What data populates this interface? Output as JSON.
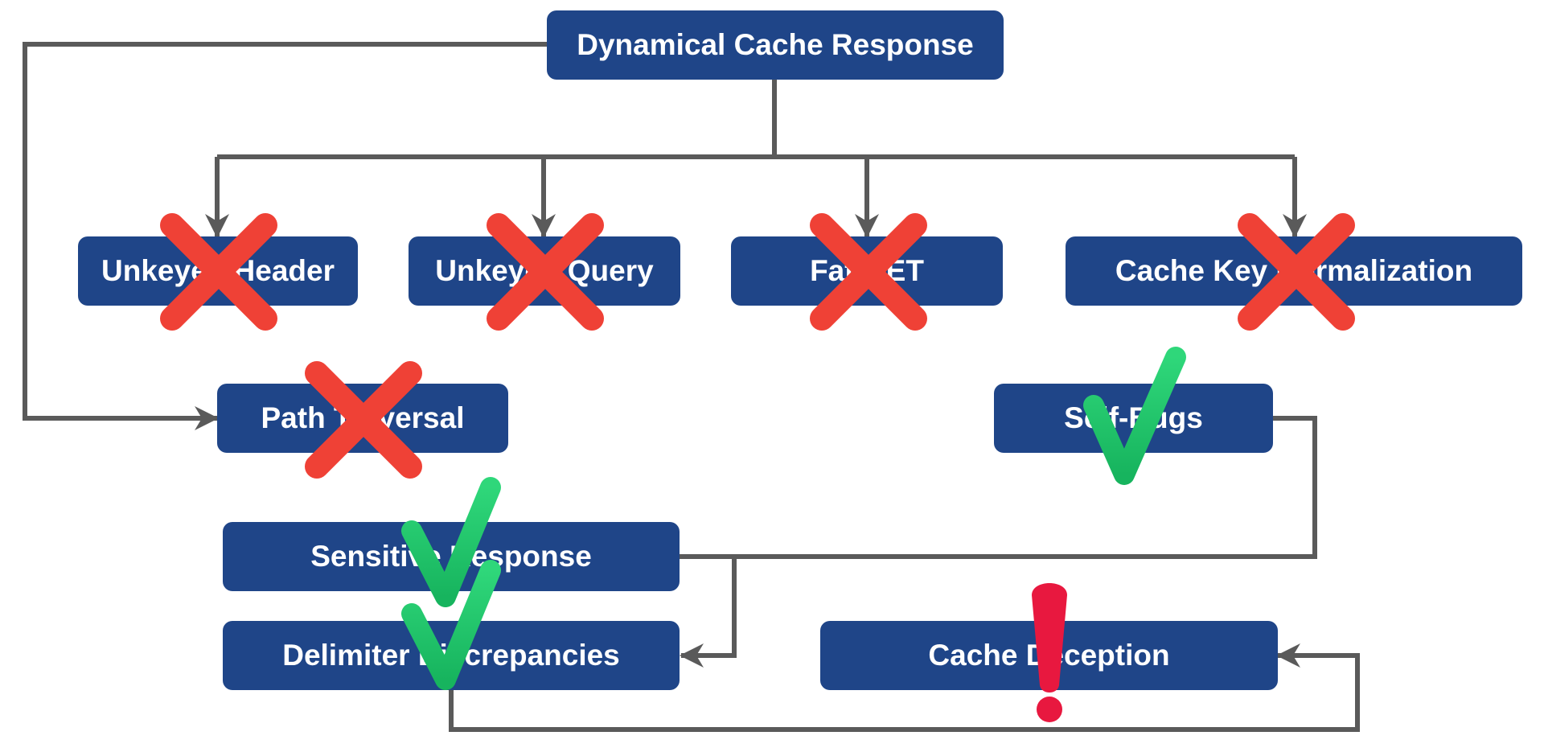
{
  "colors": {
    "node_fill": "#1f4588",
    "node_text": "#ffffff",
    "connector": "#5a5a5a",
    "fail_mark": "#ef4136",
    "success_mark": "#22c36a",
    "warning_mark": "#e8183f"
  },
  "nodes": {
    "root": {
      "label": "Dynamical Cache Response"
    },
    "unkeyed_header": {
      "label": "Unkeyed Header",
      "status": "fail-x-icon"
    },
    "unkeyed_query": {
      "label": "Unkeyed Query",
      "status": "fail-x-icon"
    },
    "fat_get": {
      "label": "Fat GET",
      "status": "fail-x-icon"
    },
    "cache_key_normalization": {
      "label": "Cache Key Normalization",
      "status": "fail-x-icon"
    },
    "path_traversal": {
      "label": "Path Traversal",
      "status": "fail-x-icon"
    },
    "self_bugs": {
      "label": "Self-Bugs",
      "status": "success-check-icon"
    },
    "sensitive_response": {
      "label": "Sensitive Response",
      "status": "success-check-icon"
    },
    "delimiter_discrepancies": {
      "label": "Delimiter Discrepancies",
      "status": "success-check-icon"
    },
    "cache_deception": {
      "label": "Cache Deception",
      "status": "warning-exclamation-icon"
    }
  }
}
